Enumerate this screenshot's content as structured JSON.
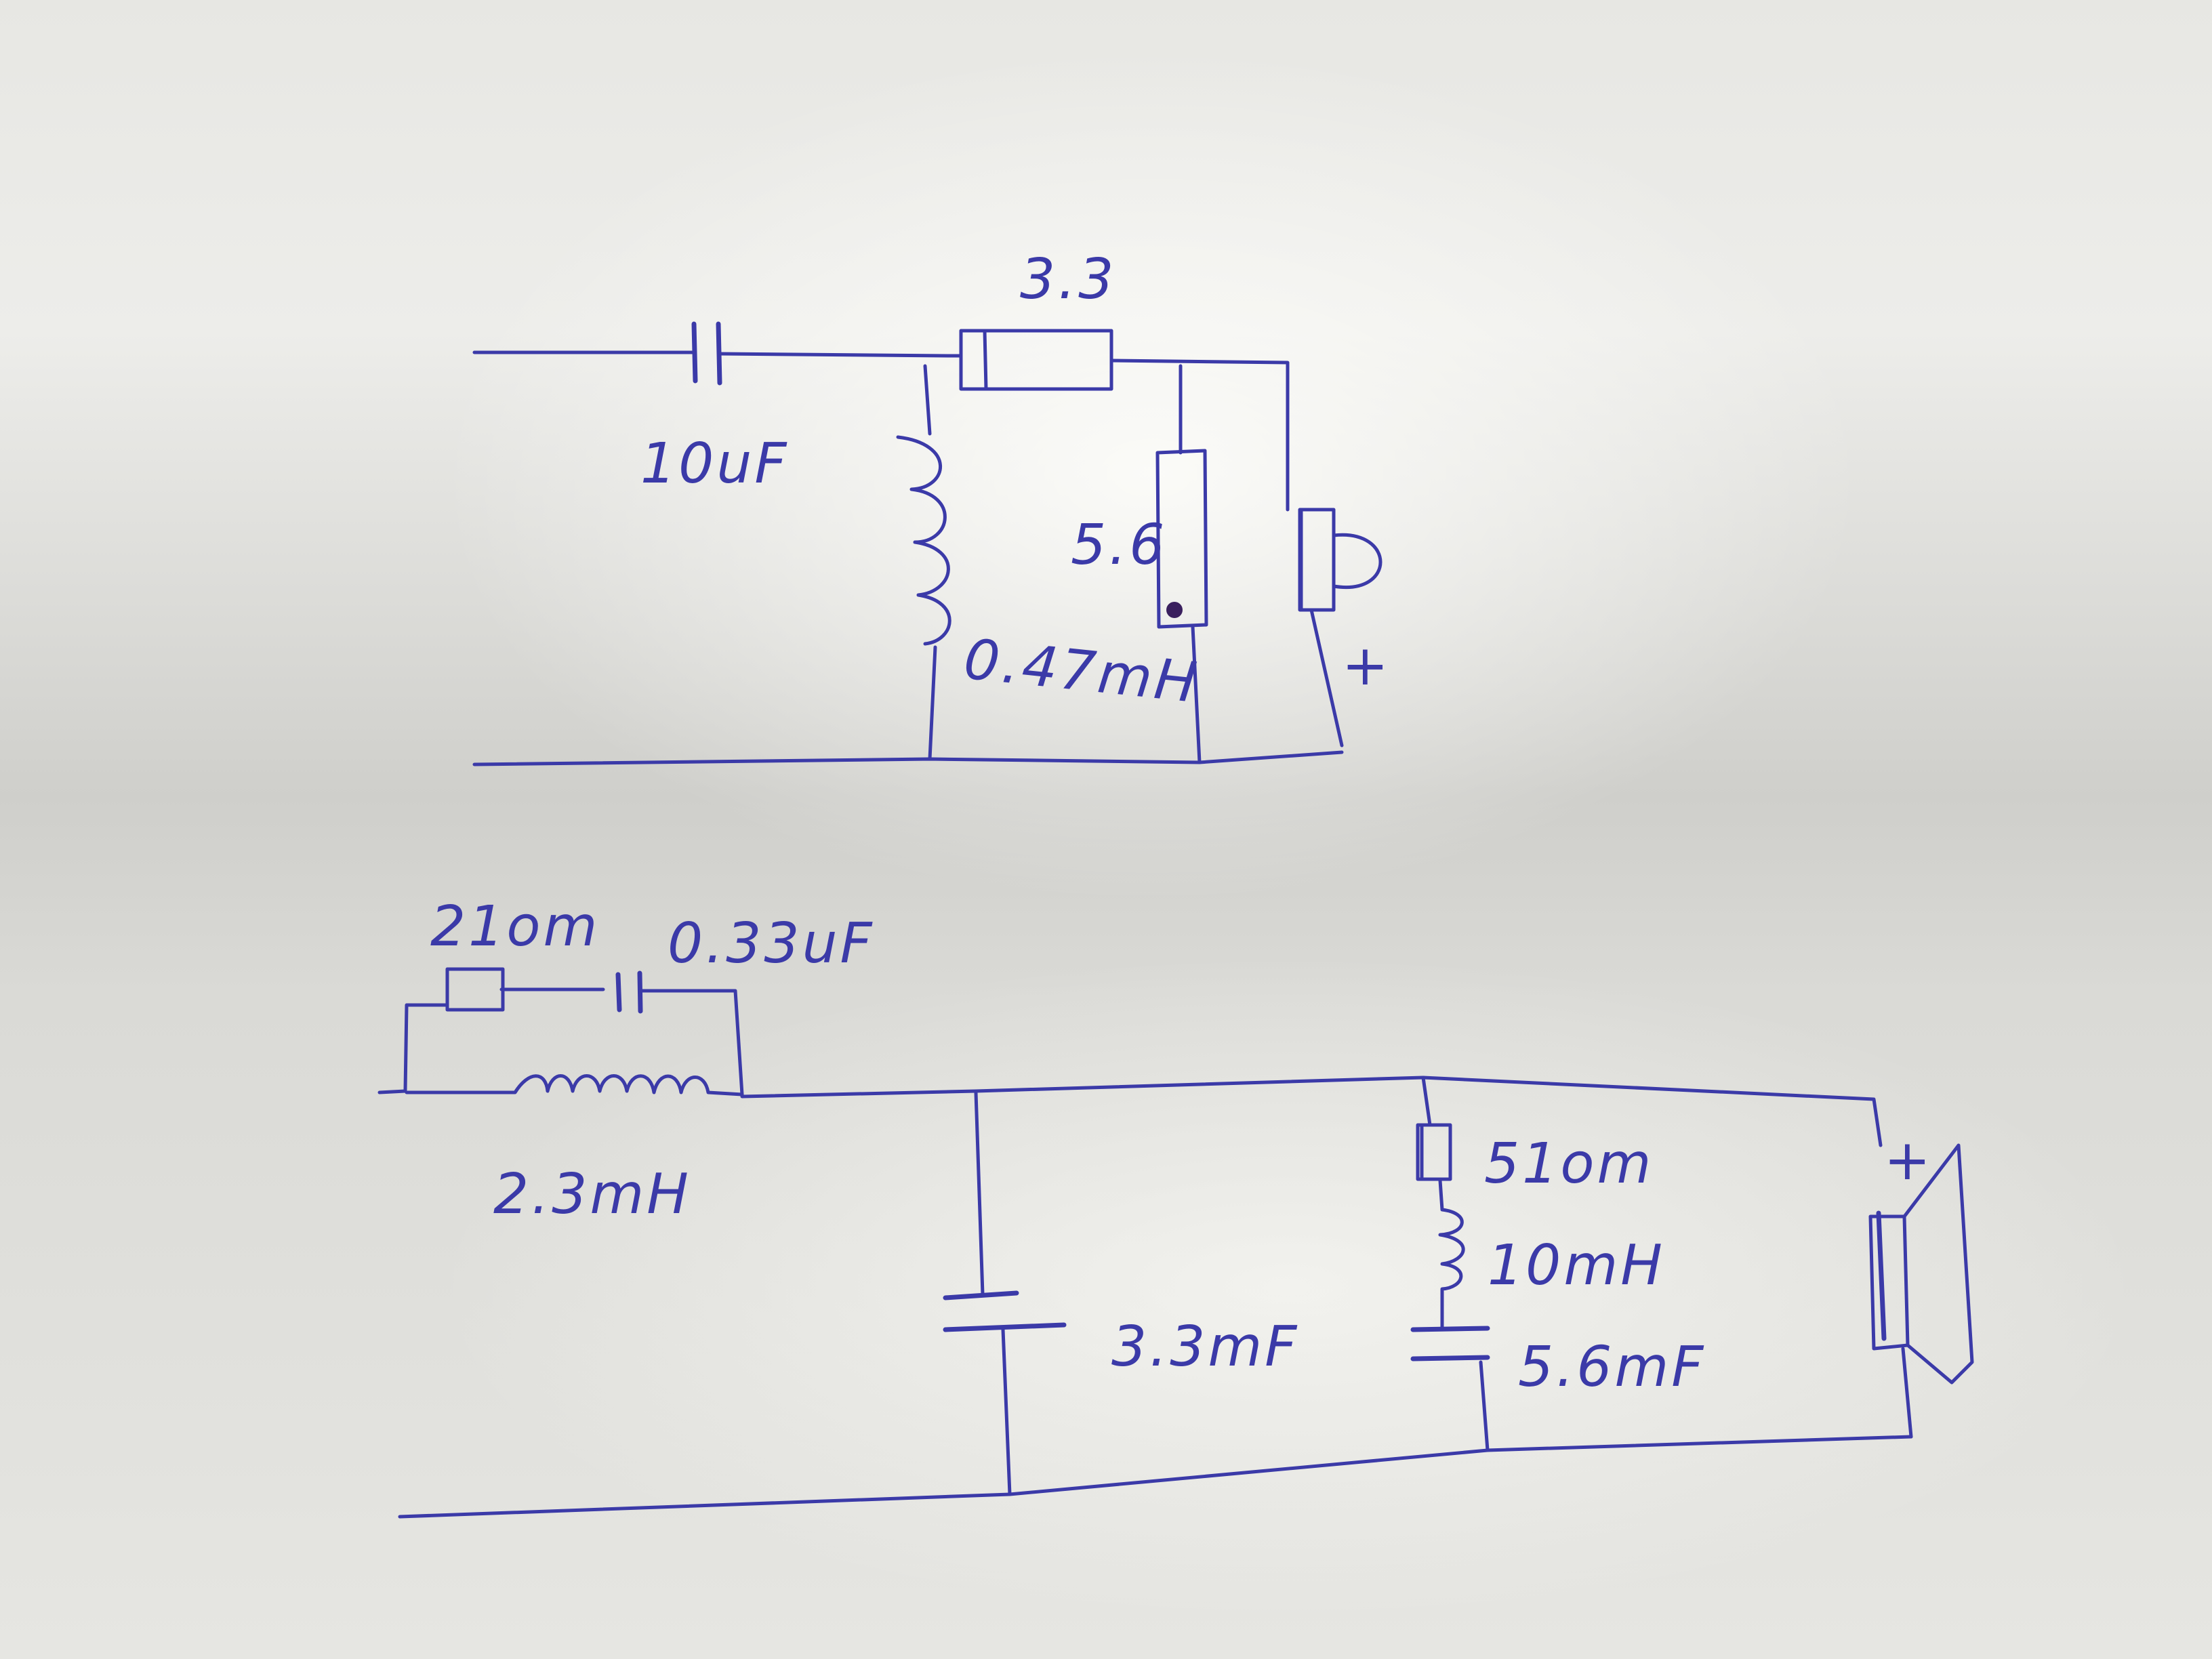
{
  "circuit_top": {
    "capacitor_label": "10uF",
    "series_resistor_label": "3.3",
    "shunt_resistor_label": "5.6",
    "inductor_label": "0.47mH",
    "speaker_polarity": "+"
  },
  "circuit_bottom": {
    "zobel_resistor_label": "21om",
    "zobel_capacitor_label": "0.33uF",
    "series_inductor_label": "2.3mH",
    "shunt_capacitor_label": "3.3mF",
    "trap_resistor_label": "51om",
    "trap_inductor_label": "10mH",
    "trap_capacitor_label": "5.6mF",
    "speaker_polarity": "+"
  },
  "ink_color": "#3b3aa8"
}
